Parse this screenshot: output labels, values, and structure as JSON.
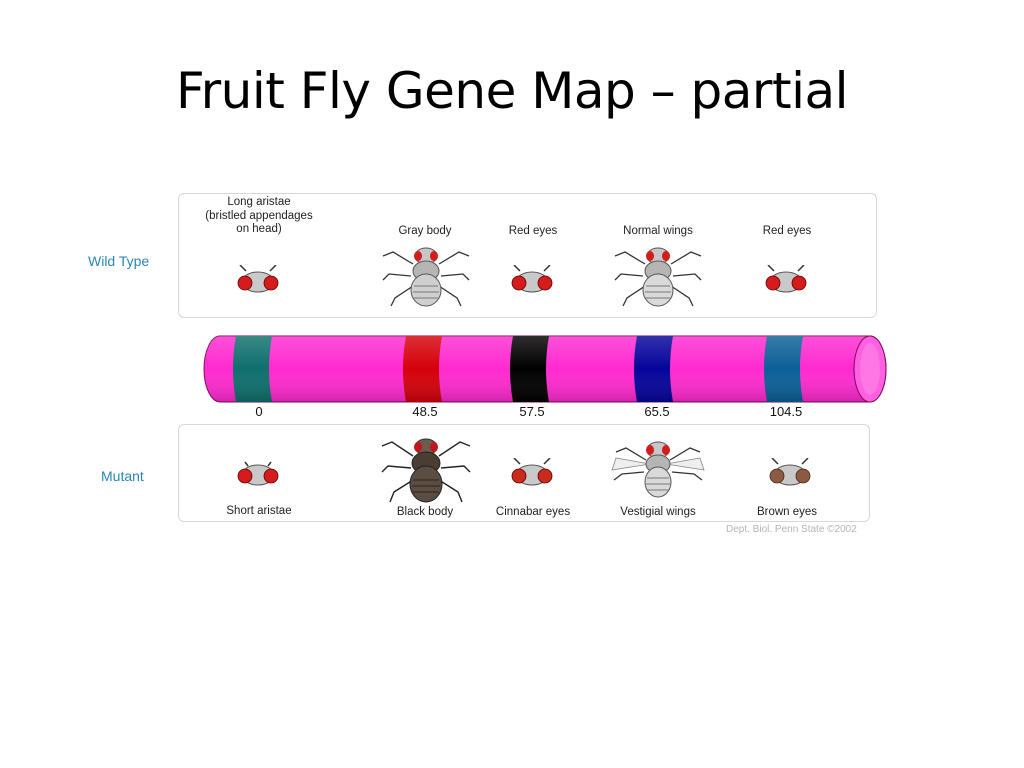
{
  "slide": {
    "title": "Fruit Fly Gene Map – partial"
  },
  "rows": {
    "wild_label": "Wild Type",
    "mutant_label": "Mutant"
  },
  "genes": [
    {
      "locus": "0",
      "band_color": "#0e6f6c",
      "wild": "Long aristae\n(bristled appendages\non head)",
      "mutant": "Short aristae",
      "wild_icon": "fly-head-icon",
      "mutant_icon": "fly-head-icon"
    },
    {
      "locus": "48.5",
      "band_color": "#d5000a",
      "wild": "Gray body",
      "mutant": "Black body",
      "wild_icon": "gray-fly-icon",
      "mutant_icon": "black-fly-icon"
    },
    {
      "locus": "57.5",
      "band_color": "#000000",
      "wild": "Red eyes",
      "mutant": "Cinnabar eyes",
      "wild_icon": "fly-head-icon",
      "mutant_icon": "fly-head-icon"
    },
    {
      "locus": "65.5",
      "band_color": "#05049a",
      "wild": "Normal wings",
      "mutant": "Vestigial wings",
      "wild_icon": "normal-wing-fly-icon",
      "mutant_icon": "vestigial-wing-fly-icon"
    },
    {
      "locus": "104.5",
      "band_color": "#0b5f97",
      "wild": "Red eyes",
      "mutant": "Brown eyes",
      "wild_icon": "fly-head-icon",
      "mutant_icon": "brown-eye-fly-head-icon"
    }
  ],
  "chromosome_color": "#ff2ad0",
  "credit": "Dept. Biol. Penn State ©2002"
}
